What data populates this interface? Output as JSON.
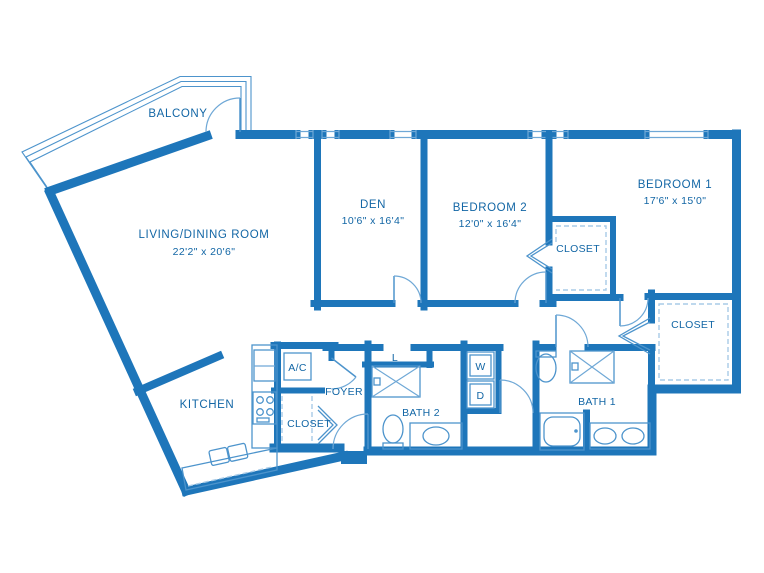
{
  "drawing": "apartment-floor-plan",
  "colors": {
    "wall": "#1e76ba",
    "fixture_line": "#4d94cc",
    "light_line": "#6fa8d6",
    "dashed_shelving": "#a9cbe7",
    "label_text": "#1266a5",
    "background": "#ffffff"
  },
  "rooms": {
    "balcony": {
      "label": "BALCONY"
    },
    "living_dining": {
      "label": "LIVING/DINING ROOM",
      "dims": "22'2\" x 20'6\""
    },
    "den": {
      "label": "DEN",
      "dims": "10'6\" x 16'4\""
    },
    "bedroom2": {
      "label": "BEDROOM 2",
      "dims": "12'0\" x 16'4\""
    },
    "bedroom1": {
      "label": "BEDROOM 1",
      "dims": "17'6\" x 15'0\""
    },
    "kitchen": {
      "label": "KITCHEN"
    },
    "foyer": {
      "label": "FOYER"
    },
    "bath1": {
      "label": "BATH 1"
    },
    "bath2": {
      "label": "BATH 2"
    },
    "closet_bedroom2": {
      "label": "CLOSET"
    },
    "closet_bedroom1": {
      "label": "CLOSET"
    },
    "closet_foyer": {
      "label": "CLOSET"
    },
    "ac_closet": {
      "label": "A/C"
    },
    "linen_closet": {
      "label": "L"
    },
    "washer": {
      "label": "W"
    },
    "dryer": {
      "label": "D"
    }
  }
}
